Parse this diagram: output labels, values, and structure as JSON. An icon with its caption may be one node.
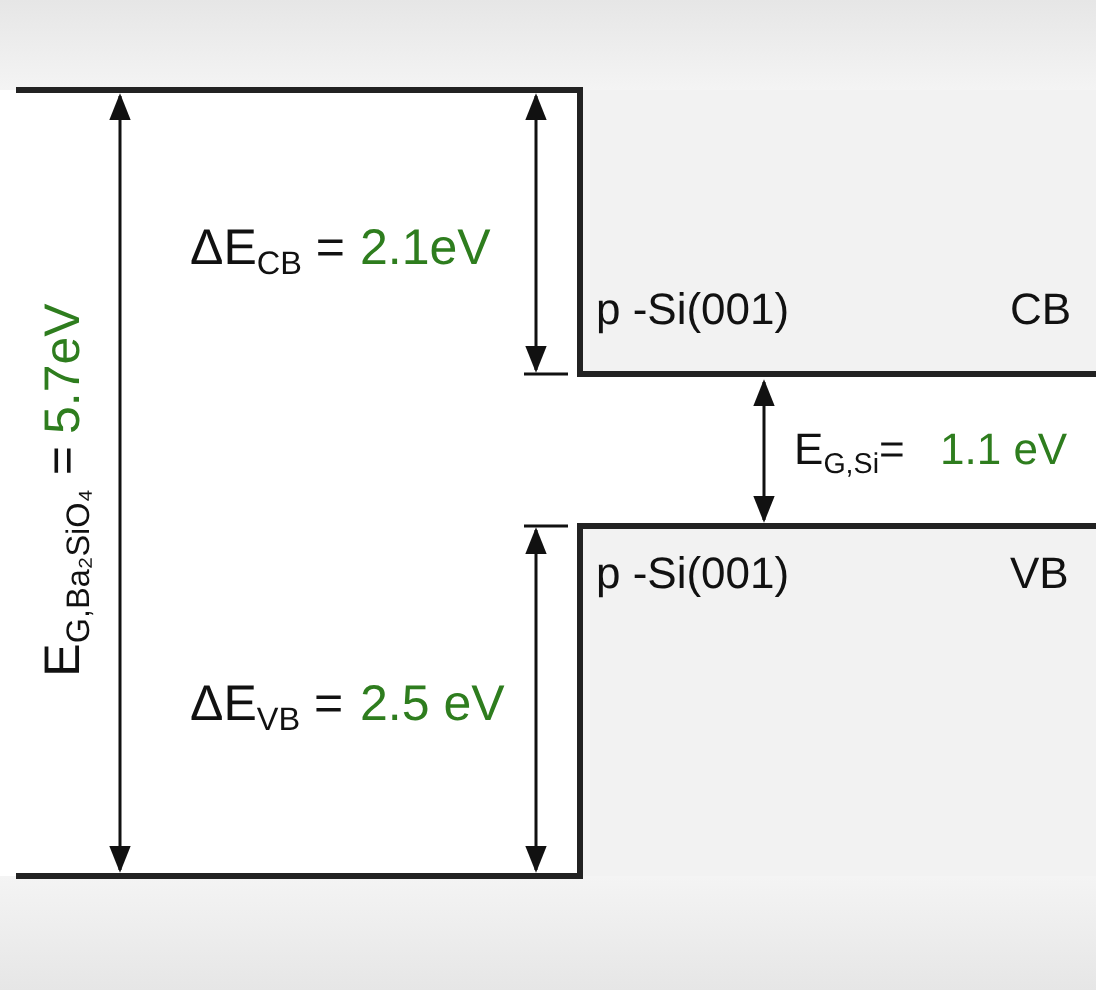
{
  "diagram": {
    "labels": [
      "ΔE$_{CB}$ =",
      "2.1eV",
      "p -Si(001)",
      "CB",
      "E$_{G,Si}$=",
      "1.1 eV",
      "p -Si(001)",
      "VB",
      "ΔE$_{VB}$ =",
      "2.5 eV",
      "E$_{G,Ba₂SiO₄}$ =",
      "5.7eV"
    ]
  }
}
